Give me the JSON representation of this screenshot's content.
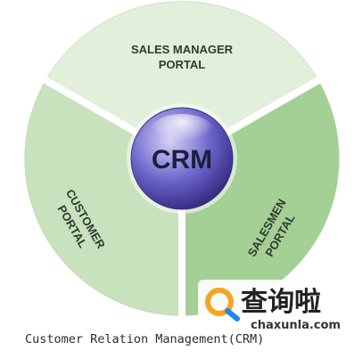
{
  "hub": {
    "label": "CRM",
    "colors": {
      "light": "#d6d2f6",
      "mid": "#6a62c9",
      "dark": "#2d2375"
    }
  },
  "segments": [
    {
      "id": "sales-manager",
      "line1": "SALES MANAGER",
      "line2": "PORTAL",
      "color": "#e1efdb"
    },
    {
      "id": "customer",
      "line1": "CUSTOMER",
      "line2": "PORTAL",
      "color": "#c7e2bc"
    },
    {
      "id": "salesmen",
      "line1": "SALESMEN",
      "line2": "PORTAL",
      "color": "#a4cf95"
    }
  ],
  "colors": {
    "ring_edge": "#bcd9b0",
    "divider": "#ffffff"
  },
  "caption": "Customer Relation Management(CRM)",
  "watermark": {
    "chars": "查询啦",
    "url": "chaxunla.com",
    "icon": "search-magnifier-icon",
    "icon_colors": {
      "orange": "#f5a423",
      "blue": "#1e88e5"
    }
  }
}
